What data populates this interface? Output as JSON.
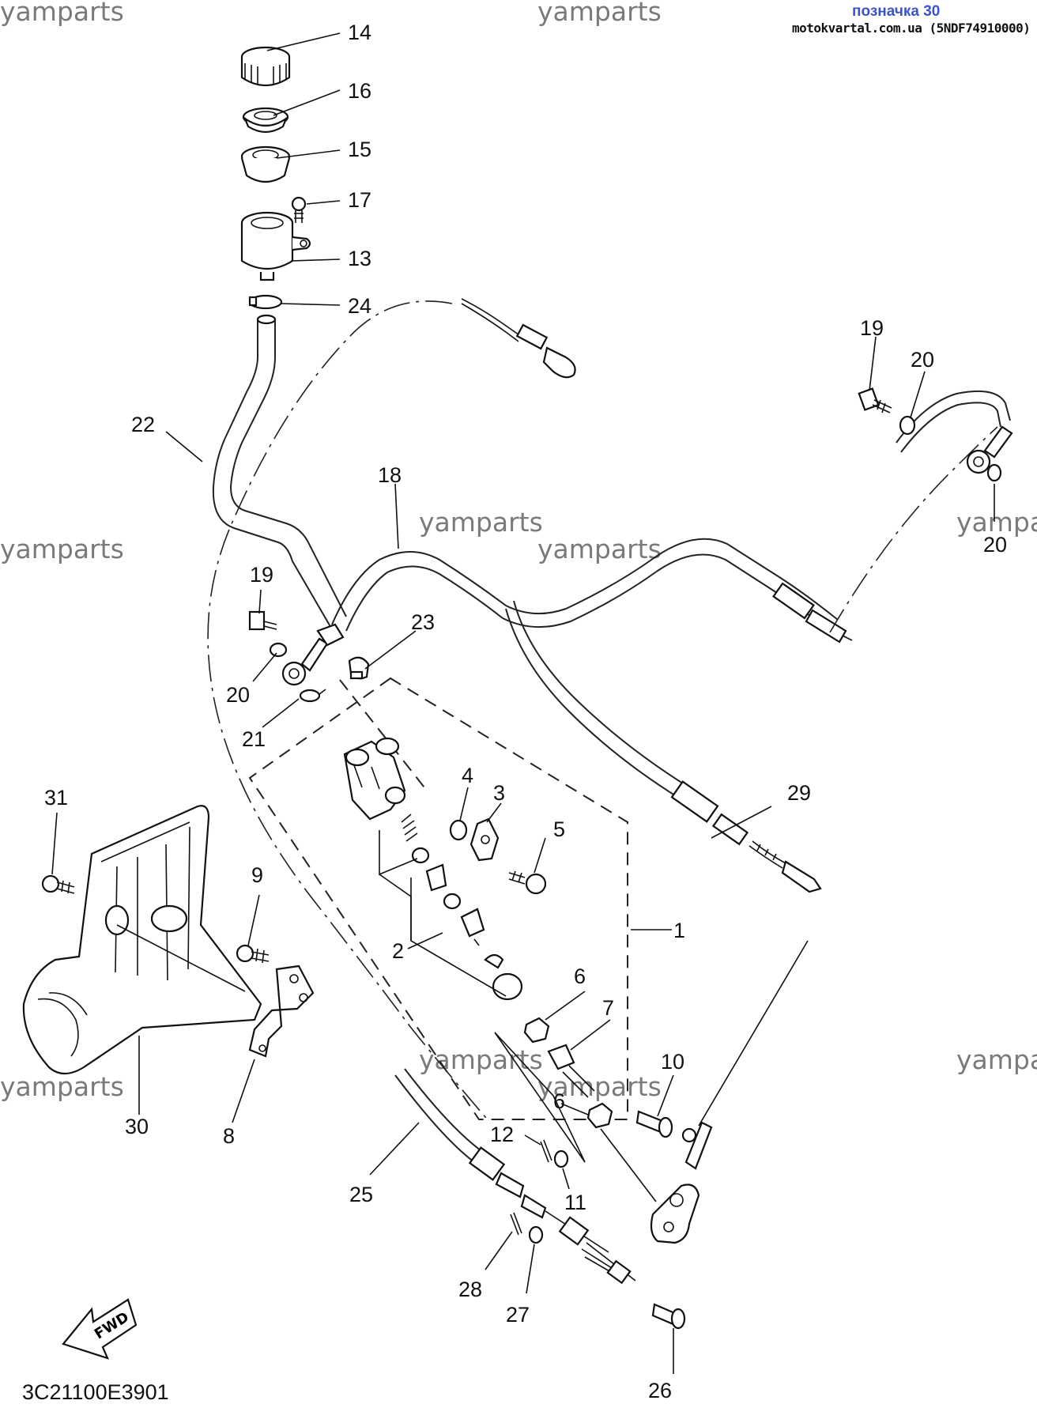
{
  "header": {
    "title": "позначка 30",
    "subtitle": "motokvartal.com.ua (5NDF74910000)"
  },
  "watermark": "yamparts",
  "diagram_code": "3C21100E3901",
  "fwd_label": "FWD",
  "callouts": {
    "n1": "1",
    "n2": "2",
    "n3": "3",
    "n4": "4",
    "n5": "5",
    "n6": "6",
    "n7": "7",
    "n8": "8",
    "n9": "9",
    "n10": "10",
    "n11": "11",
    "n12": "12",
    "n13": "13",
    "n14": "14",
    "n15": "15",
    "n16": "16",
    "n17": "17",
    "n18": "18",
    "n19": "19",
    "n20": "20",
    "n21": "21",
    "n22": "22",
    "n23": "23",
    "n24": "24",
    "n25": "25",
    "n26": "26",
    "n27": "27",
    "n28": "28",
    "n29": "29",
    "n30": "30",
    "n31": "31"
  },
  "colors": {
    "header_title": "#3b55c8",
    "line": "#222222",
    "watermark": "#7a7a7a"
  }
}
